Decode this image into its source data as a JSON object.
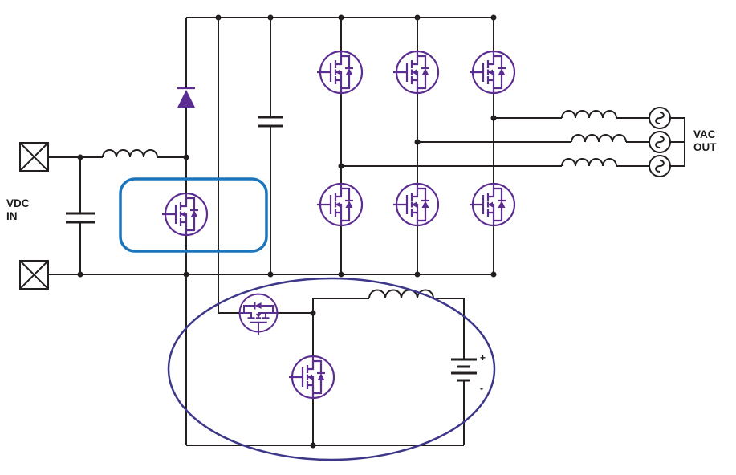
{
  "labels": {
    "vdc": "VDC",
    "in": "IN",
    "vac": "VAC",
    "out": "OUT",
    "battery_plus": "+",
    "battery_minus": "-"
  },
  "colors": {
    "background": "#ffffff",
    "wire": "#231f20",
    "device": "#5c2d91",
    "highlight_box": "#1b75bc",
    "highlight_ellipse": "#3c3788",
    "text": "#1a1a1a"
  },
  "components": {
    "mosfets": 9,
    "diodes": 1,
    "inductors": 5,
    "capacitors": 2,
    "ac_sources": 3,
    "batteries": 1,
    "dc_input_terminals": 2
  }
}
